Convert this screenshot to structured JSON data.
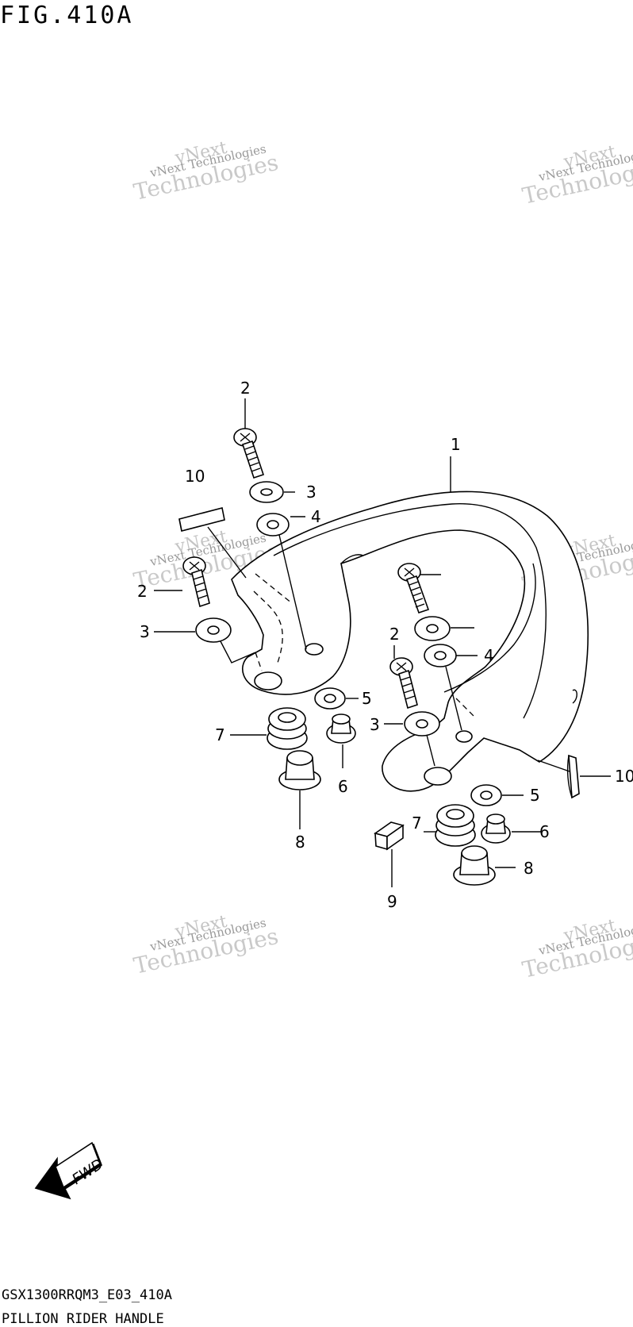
{
  "figure": {
    "title": "FIG.410A",
    "code": "GSX1300RRQM3_E03_410A",
    "name": "PILLION RIDER HANDLE"
  },
  "watermark": {
    "line1": "vNext",
    "line2": "vNext Technologies",
    "line3": "Technologies"
  },
  "callouts": [
    "1",
    "2",
    "2",
    "2",
    "3",
    "3",
    "3",
    "4",
    "4",
    "5",
    "5",
    "6",
    "6",
    "7",
    "7",
    "8",
    "8",
    "9",
    "10",
    "10"
  ],
  "fwd_label": "FWD"
}
